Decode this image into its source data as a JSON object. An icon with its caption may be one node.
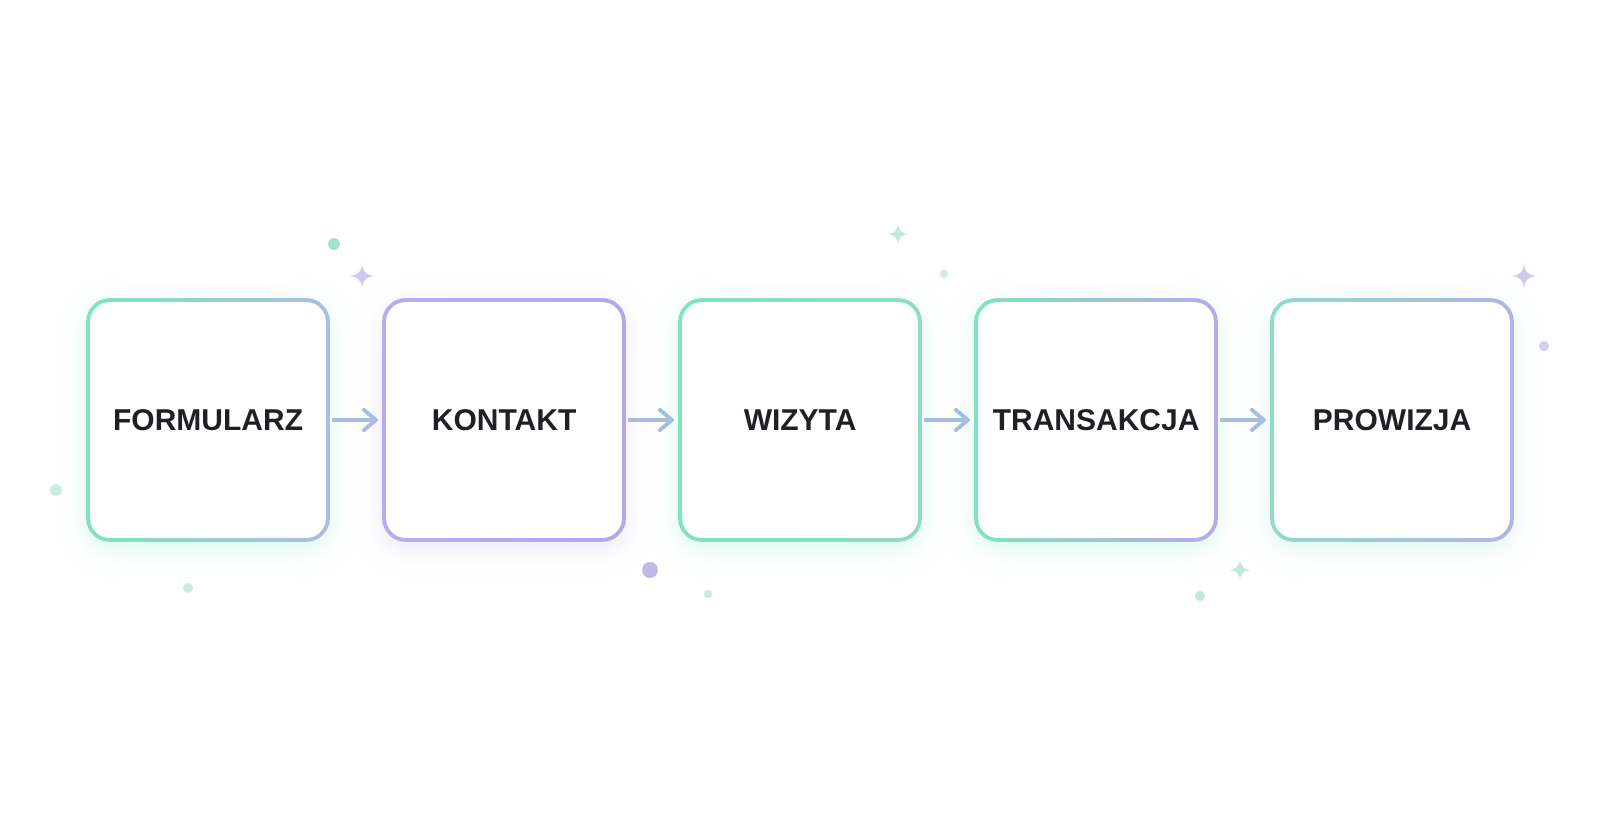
{
  "diagram": {
    "nodes": [
      {
        "text": [
          "FORMULARZ"
        ]
      },
      {
        "text": [
          "KONTAKT"
        ]
      },
      {
        "text": [
          "WIZYTA"
        ]
      },
      {
        "text": [
          "TRANSAKCJA"
        ]
      },
      {
        "text": [
          "PROWIZJA"
        ]
      }
    ],
    "edges": [
      {
        "from": 0,
        "to": 1,
        "arrow": "to"
      },
      {
        "from": 1,
        "to": 2,
        "arrow": "to"
      },
      {
        "from": 2,
        "to": 3,
        "arrow": "to"
      },
      {
        "from": 3,
        "to": 4,
        "arrow": "to"
      }
    ]
  }
}
